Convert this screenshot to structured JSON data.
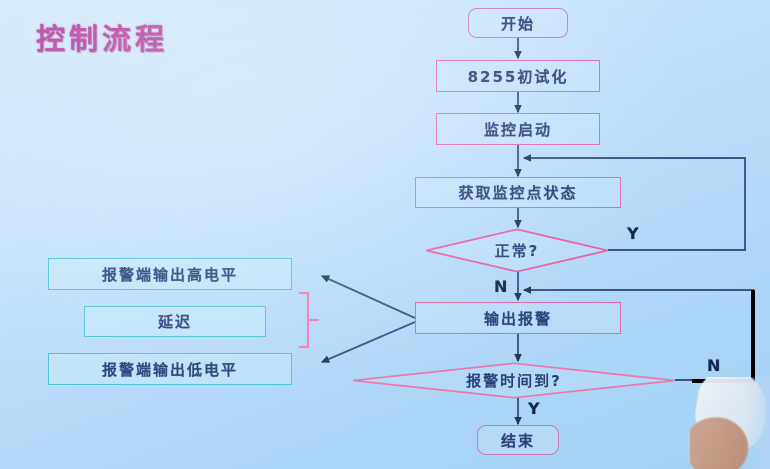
{
  "slide": {
    "title": "控制流程",
    "title_color": "#b4389a",
    "background_colors": [
      "#d2e9fb",
      "#a3d2f6"
    ],
    "node_border_pink": "#e06ba8",
    "node_border_cyan": "#4fc3d4",
    "connector_color": "#3a5488",
    "text_color": "#2b3f7a"
  },
  "flow": {
    "main_nodes": [
      {
        "id": "start",
        "label": "开始",
        "shape": "terminator",
        "color": "pink"
      },
      {
        "id": "init8255",
        "label": "8255初试化",
        "shape": "process",
        "color": "pink"
      },
      {
        "id": "monstart",
        "label": "监控启动",
        "shape": "process",
        "color": "pink"
      },
      {
        "id": "getstate",
        "label": "获取监控点状态",
        "shape": "process",
        "color": "pink"
      },
      {
        "id": "normal",
        "label": "正常?",
        "shape": "decision",
        "color": "pink"
      },
      {
        "id": "alarmout",
        "label": "输出报警",
        "shape": "process",
        "color": "pink"
      },
      {
        "id": "timeup",
        "label": "报警时间到?",
        "shape": "decision",
        "color": "pink"
      },
      {
        "id": "end",
        "label": "结束",
        "shape": "terminator",
        "color": "pink"
      }
    ],
    "side_nodes": [
      {
        "id": "outhigh",
        "label": "报警端输出高电平",
        "color": "cyan"
      },
      {
        "id": "delay",
        "label": "延迟",
        "color": "cyan"
      },
      {
        "id": "outlow",
        "label": "报警端输出低电平",
        "color": "cyan"
      }
    ],
    "branch_labels": [
      {
        "id": "normal-yes",
        "text": "Y"
      },
      {
        "id": "normal-no",
        "text": "N"
      },
      {
        "id": "timeup-yes",
        "text": "Y"
      },
      {
        "id": "timeup-no",
        "text": "N"
      }
    ]
  }
}
